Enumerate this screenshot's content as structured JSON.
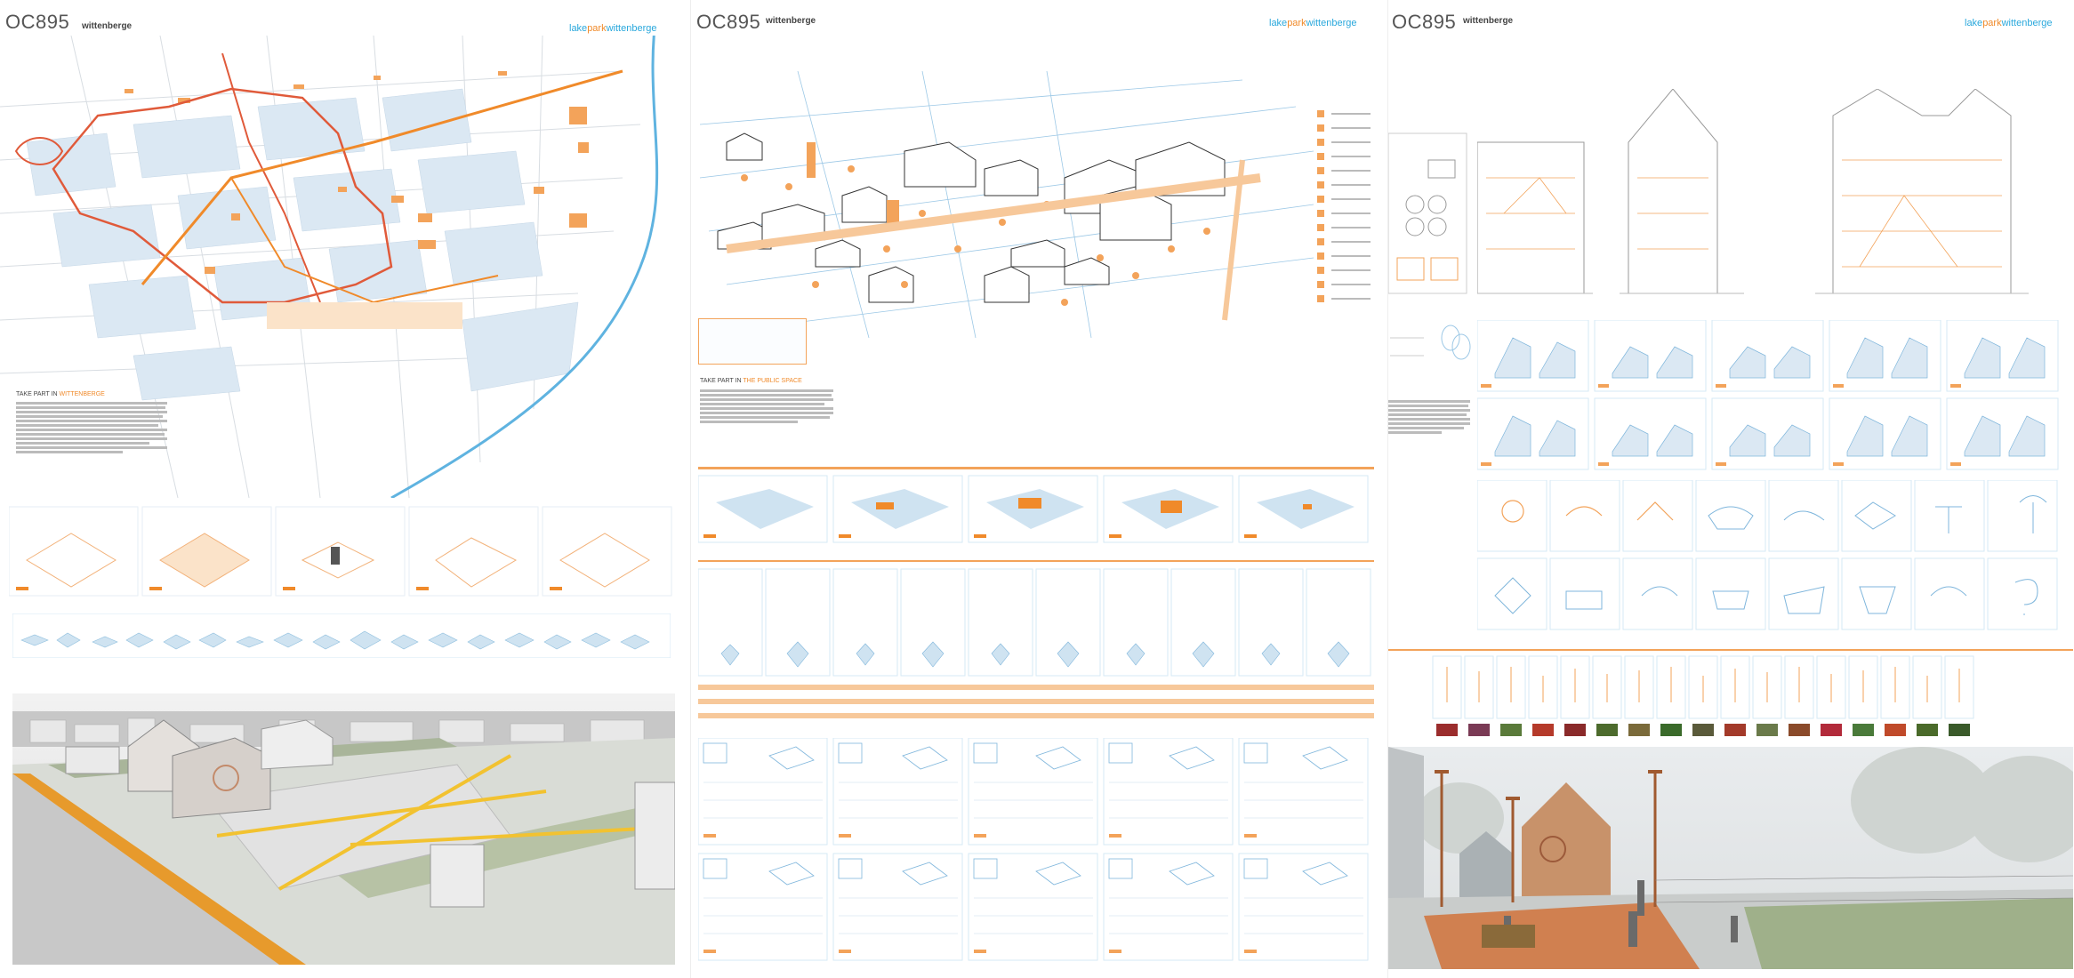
{
  "panels": [
    {
      "code": "OC895",
      "city": "wittenberge",
      "brand": [
        "lake",
        "park",
        "wittenberge"
      ]
    },
    {
      "code": "OC895",
      "city": "wittenberge",
      "brand": [
        "lake",
        "park",
        "wittenberge"
      ]
    },
    {
      "code": "OC895",
      "city": "wittenberge",
      "brand": [
        "lake",
        "park",
        "wittenberge"
      ]
    }
  ],
  "colors": {
    "accent": "#f08a2a",
    "blue": "#2aa8dc",
    "lightblue": "#d6e9f5"
  },
  "icons": [
    "map-illustration",
    "axonometric-drawing",
    "section-drawing",
    "render-image"
  ]
}
